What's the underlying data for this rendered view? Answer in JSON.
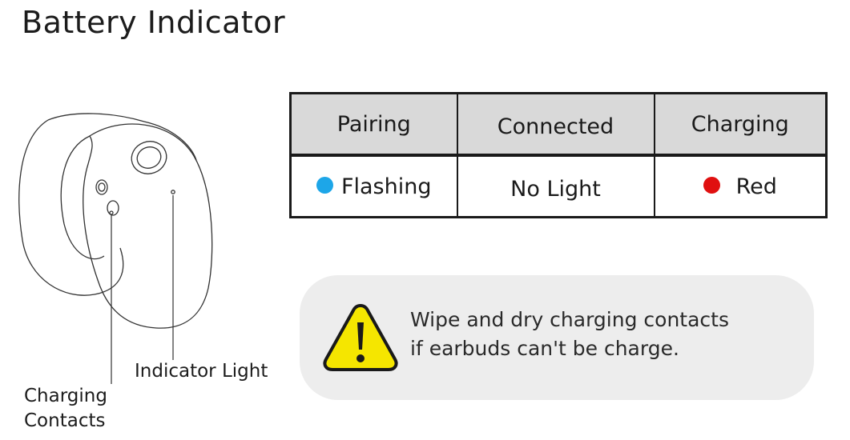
{
  "page": {
    "title": "Battery Indicator"
  },
  "labels": {
    "indicator_light": "Indicator Light",
    "charging_contacts": "Charging\nContacts"
  },
  "table": {
    "headers": [
      "Pairing",
      "Connected",
      "Charging"
    ],
    "rows": [
      [
        {
          "text": "Flashing",
          "dot_color": "#1da6e8"
        },
        {
          "text": "No Light",
          "dot_color": null
        },
        {
          "text": "Red",
          "dot_color": "#e01010"
        }
      ]
    ]
  },
  "notice": {
    "icon": "warning-icon",
    "text": "Wipe and dry charging contacts\nif earbuds can't be charge.",
    "icon_fill": "#f5e600"
  },
  "colors": {
    "header_bg": "#d9d9d9",
    "notice_bg": "#ededed",
    "blue_dot": "#1da6e8",
    "red_dot": "#e01010"
  },
  "illustration": {
    "icon": "earbud-illustration"
  }
}
